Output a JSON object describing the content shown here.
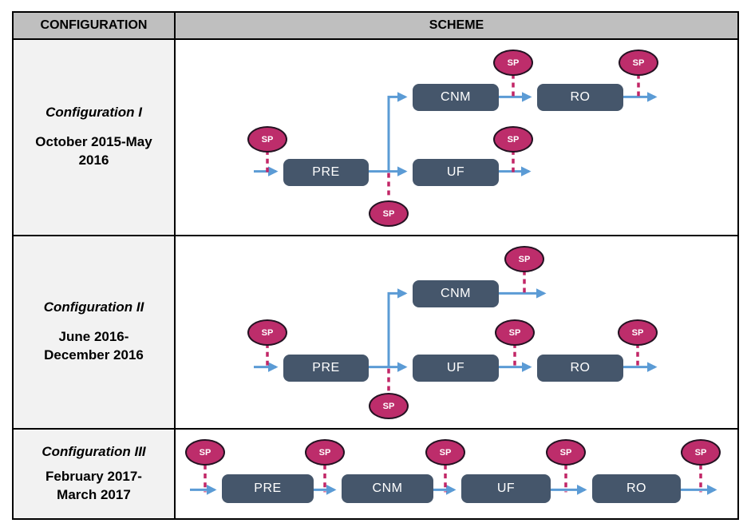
{
  "header": {
    "configuration": "CONFIGURATION",
    "scheme": "SCHEME"
  },
  "sp_label": "SP",
  "colors": {
    "box_fill": "#45566B",
    "box_text": "#ffffff",
    "sp_fill": "#BD2D6B",
    "sp_border": "#241222",
    "sp_text": "#ffffff",
    "arrow": "#5B9BD5",
    "dash": "#C22667",
    "header_bg": "#BFBFBF",
    "label_bg": "#F2F2F2",
    "border": "#000000"
  },
  "rows": [
    {
      "name": "Configuration I",
      "period_line1": "October 2015-May",
      "period_line2": "2016",
      "boxes": {
        "pre": "PRE",
        "cnm": "CNM",
        "uf": "UF",
        "ro": "RO"
      }
    },
    {
      "name": "Configuration II",
      "period_line1": "June 2016-",
      "period_line2": "December 2016",
      "boxes": {
        "pre": "PRE",
        "cnm": "CNM",
        "uf": "UF",
        "ro": "RO"
      }
    },
    {
      "name": "Configuration III",
      "period_line1": "February 2017-",
      "period_line2": "March 2017",
      "boxes": {
        "pre": "PRE",
        "cnm": "CNM",
        "uf": "UF",
        "ro": "RO"
      }
    }
  ]
}
